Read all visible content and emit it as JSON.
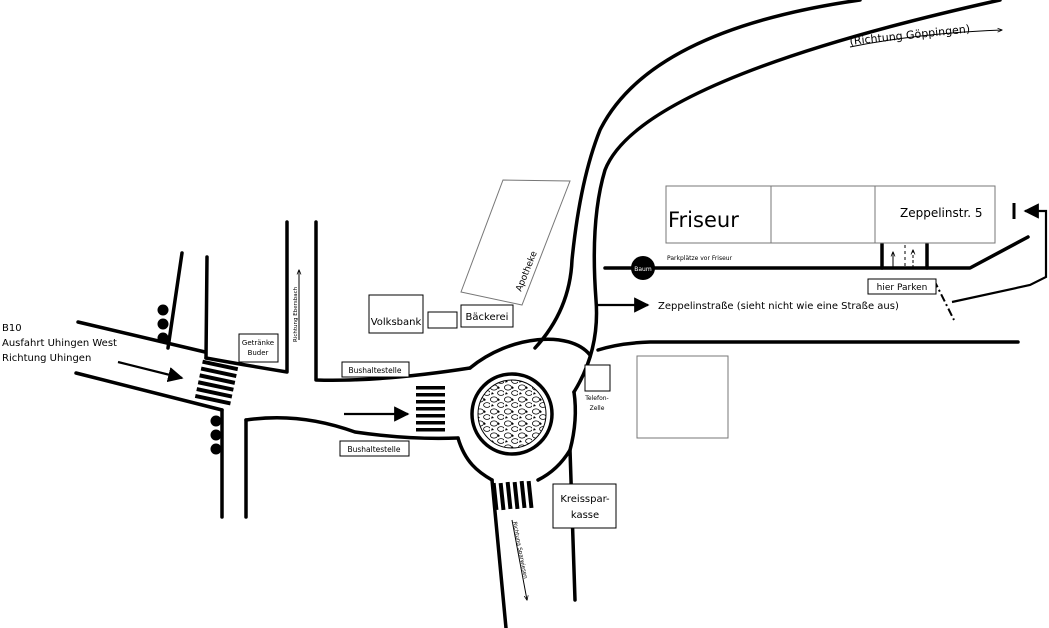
{
  "labels": {
    "b10_line1": "B10",
    "b10_line2": "Ausfahrt Uhingen West",
    "b10_line3": "Richtung Uhingen",
    "getraenke_line1": "Getränke",
    "getraenke_line2": "Buder",
    "richtung_ebersbach": "Richtung Ebersbach",
    "volksbank": "Volksbank",
    "baeckerei": "Bäckerei",
    "apotheke": "Apotheke",
    "bushaltestelle_top": "Bushaltestelle",
    "bushaltestelle_bottom": "Bushaltestelle",
    "richtung_goeppingen": "(Richtung Göppingen)",
    "friseur": "Friseur",
    "zeppelinstr_5": "Zeppelinstr. 5",
    "baum": "Baum",
    "parkplaetze": "Parkplätze vor Friseur",
    "hier_parken": "hier Parken",
    "zeppelinstrasse_note": "Zeppelinstraße (sieht nicht wie eine Straße aus)",
    "telefon_line1": "Telefon-",
    "telefon_line2": "Zelle",
    "kreissparkasse_line1": "Kreisspar-",
    "kreissparkasse_line2": "kasse",
    "richtung_sparwiesen": "Richtung Sparwiesen"
  }
}
